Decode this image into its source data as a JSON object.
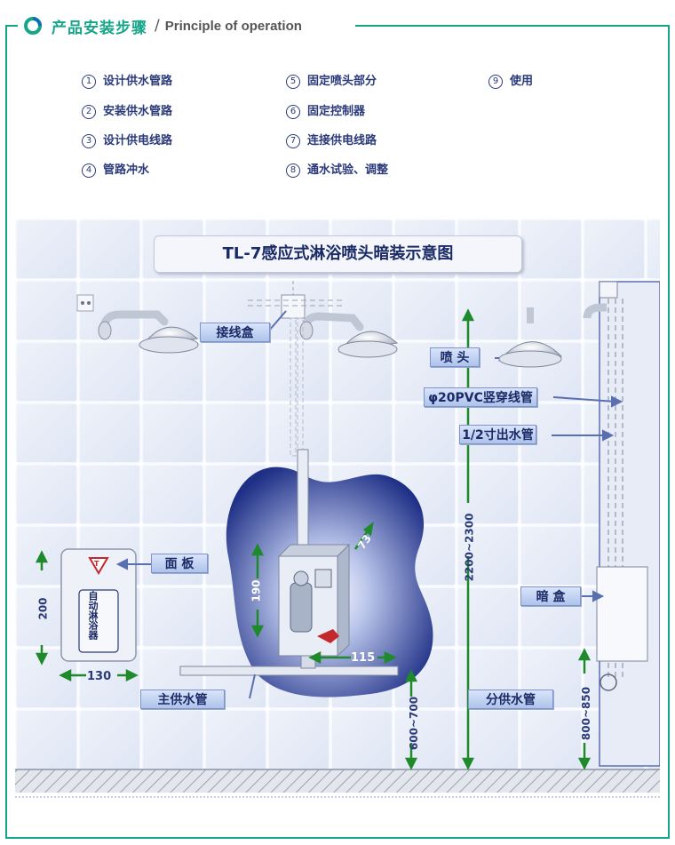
{
  "header": {
    "title_cn": "产品安装步骤",
    "separator": "/",
    "title_en": "Principle of operation",
    "logo_icon": "ring-logo-icon",
    "accent_color": "#17a58a"
  },
  "steps": [
    {
      "num": "1",
      "label": "设计供水管路"
    },
    {
      "num": "2",
      "label": "安装供水管路"
    },
    {
      "num": "3",
      "label": "设计供电线路"
    },
    {
      "num": "4",
      "label": "管路冲水"
    },
    {
      "num": "5",
      "label": "固定喷头部分"
    },
    {
      "num": "6",
      "label": "固定控制器"
    },
    {
      "num": "7",
      "label": "连接供电线路"
    },
    {
      "num": "8",
      "label": "通水试验、调整"
    },
    {
      "num": "9",
      "label": "使用"
    }
  ],
  "diagram": {
    "title": "TL-7感应式淋浴喷头暗装示意图",
    "labels": {
      "junction_box": "接线盒",
      "shower_head": "喷 头",
      "pvc_conduit": "φ20PVC竖穿线管",
      "outlet_pipe": "1/2寸出水管",
      "panel": "面 板",
      "hidden_box": "暗 盒",
      "main_pipe": "主供水管",
      "branch_pipe": "分供水管"
    },
    "panel_text": "自动淋浴器",
    "panel_badge": "T",
    "dimensions": {
      "panel_height": "200",
      "panel_width": "130",
      "box_height": "190",
      "box_width": "115",
      "box_depth": "73",
      "main_pipe_height": "600~700",
      "head_height": "2200~2300",
      "box_height_floor": "800~850"
    },
    "colors": {
      "label_text": "#1a2a66",
      "dimension_green": "#1f8a2c",
      "arrow_blue": "#5a6fb0"
    }
  }
}
